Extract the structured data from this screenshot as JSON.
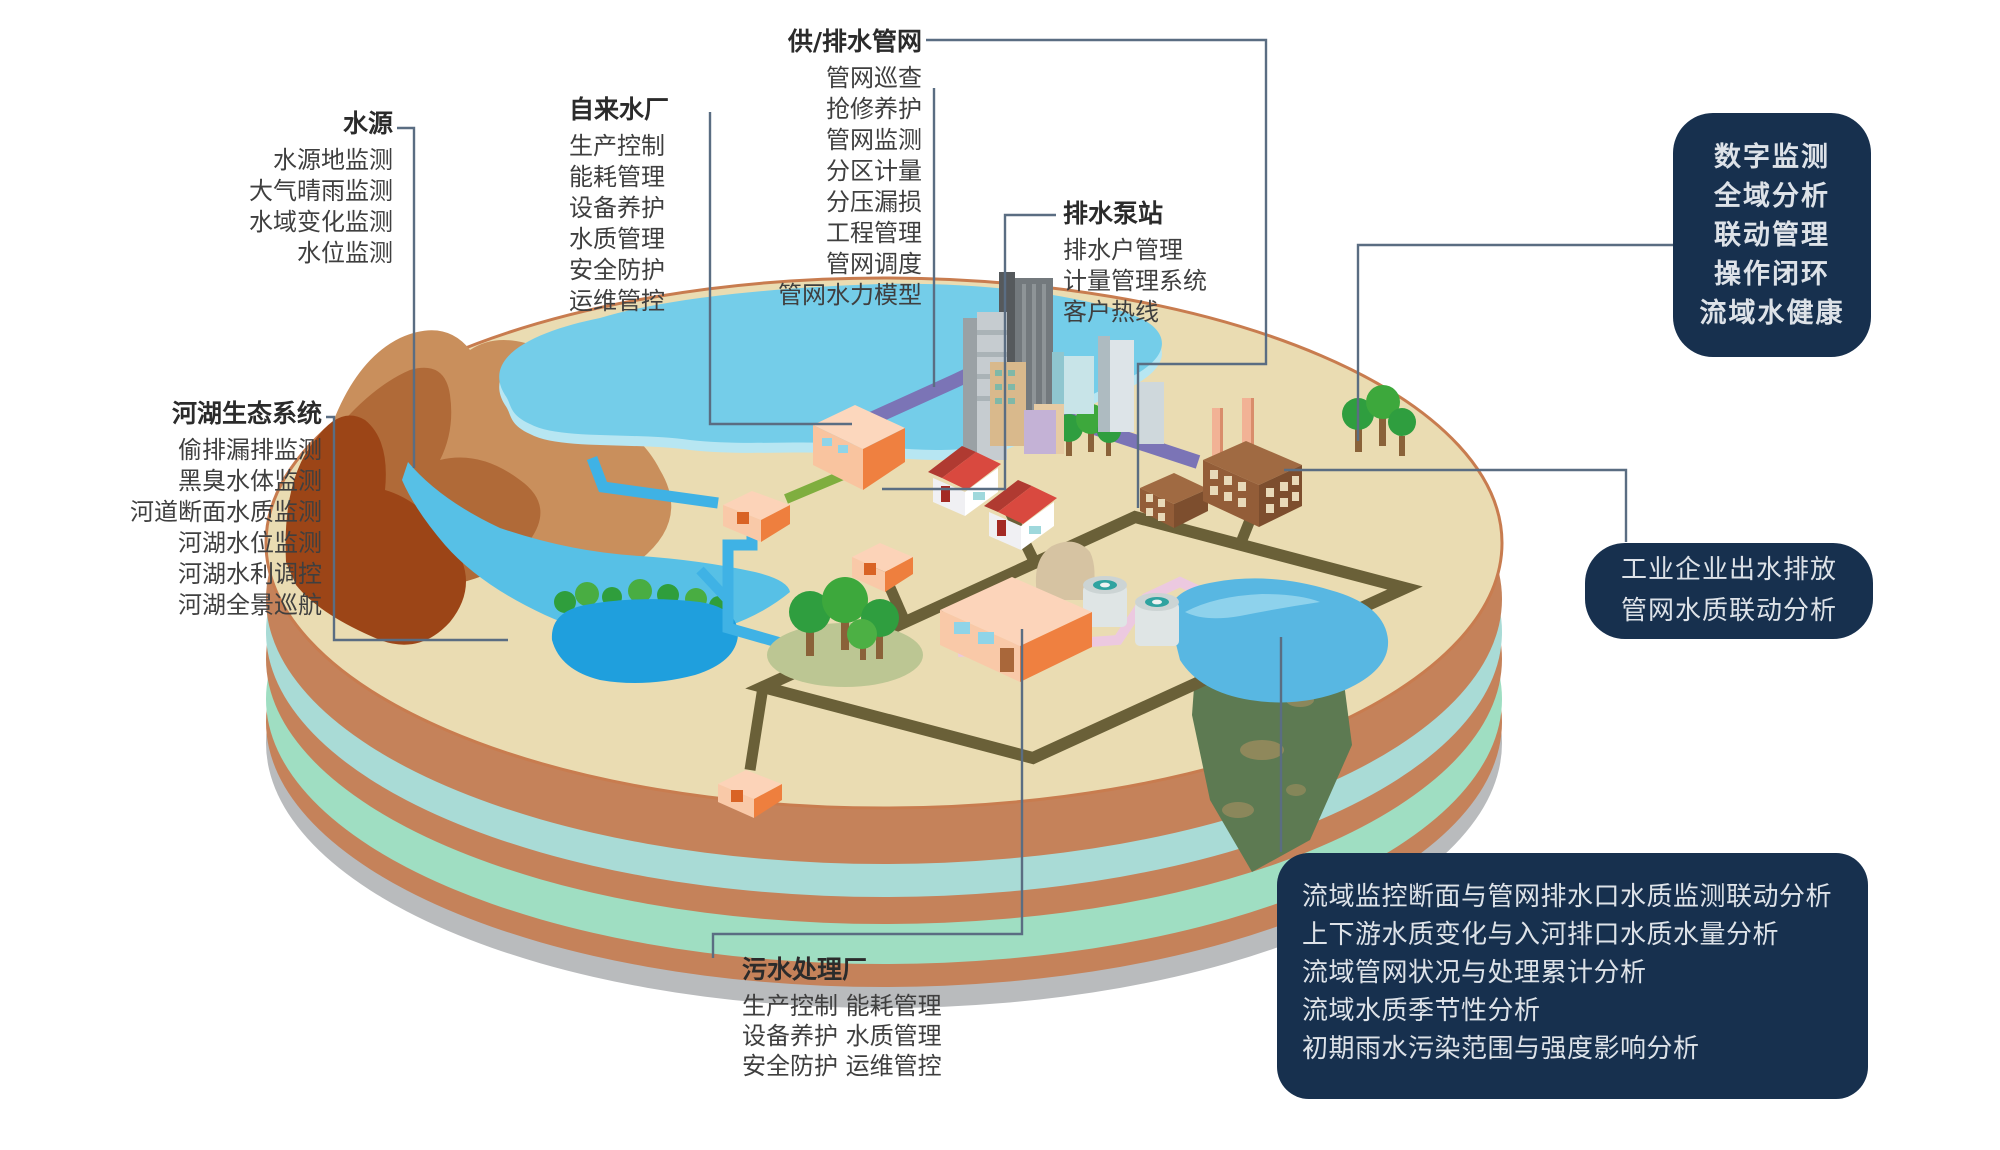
{
  "labels": {
    "water_source": {
      "title": "水源",
      "items": [
        "水源地监测",
        "大气晴雨监测",
        "水域变化监测",
        "水位监测"
      ]
    },
    "water_plant": {
      "title": "自来水厂",
      "items": [
        "生产控制",
        "能耗管理",
        "设备养护",
        "水质管理",
        "安全防护",
        "运维管控"
      ]
    },
    "pipe_network": {
      "title": "供/排水管网",
      "items": [
        "管网巡查",
        "抢修养护",
        "管网监测",
        "分区计量",
        "分压漏损",
        "工程管理",
        "管网调度",
        "管网水力模型"
      ]
    },
    "pump_station": {
      "title": "排水泵站",
      "items": [
        "排水户管理",
        "计量管理系统",
        "客户热线"
      ]
    },
    "river_lake": {
      "title": "河湖生态系统",
      "items": [
        "偷排漏排监测",
        "黑臭水体监测",
        "河道断面水质监测",
        "河湖水位监测",
        "河湖水利调控",
        "河湖全景巡航"
      ]
    },
    "sewage_plant": {
      "title": "污水处理厂",
      "items": [
        "生产控制 能耗管理",
        "设备养护 水质管理",
        "安全防护 运维管控"
      ]
    }
  },
  "panels": {
    "capabilities": {
      "items": [
        "数字监测",
        "全域分析",
        "联动管理",
        "操作闭环",
        "流域水健康"
      ]
    },
    "industrial": {
      "items": [
        "工业企业出水排放",
        "管网水质联动分析"
      ]
    },
    "analysis": {
      "items": [
        "流域监控断面与管网排水口水质监测联动分析",
        "上下游水质变化与入河排口水质水量分析",
        "流域管网状况与处理累计分析",
        "流域水质季节性分析",
        "初期雨水污染范围与强度影响分析"
      ]
    }
  },
  "colors": {
    "panel_bg": "#17304e",
    "panel_text": "#dde2e8",
    "connector_line": "#5a6d82",
    "island_top": "#eadcb2",
    "island_rim": "#c87c4f",
    "band_terracotta": "#c5825a",
    "band_teal": "#a9dbd6",
    "band_mint": "#9fdec2",
    "base_gray": "#b9bbbd",
    "supply_pipe_purple": "#7b74b6",
    "drainage_pipe_olive": "#6a6038",
    "reuse_pipe_pink": "#ecc9e0",
    "raw_water_pipe_green": "#7fae3f",
    "canal_blue": "#3fb2e5",
    "lake_light": "#74cde9",
    "lake_deep": "#1f9fdd"
  }
}
